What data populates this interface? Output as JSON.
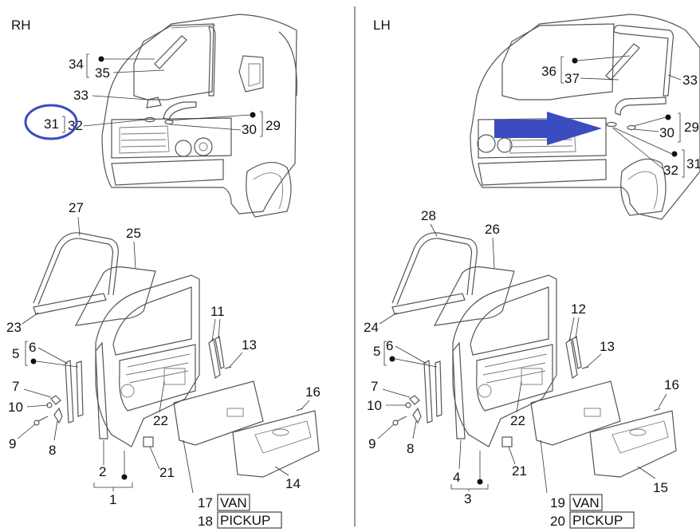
{
  "panels": {
    "right": {
      "title": "RH"
    },
    "left": {
      "title": "LH"
    }
  },
  "labels": {
    "r1": "1",
    "r2": "2",
    "r5": "5",
    "r6": "6",
    "r7": "7",
    "r8": "8",
    "r9": "9",
    "r10": "10",
    "r11": "11",
    "r13": "13",
    "r14": "14",
    "r16": "16",
    "r17n": "17",
    "r17t": "VAN",
    "r18n": "18",
    "r18t": "PICKUP",
    "r21": "21",
    "r22": "22",
    "r23": "23",
    "r25": "25",
    "r27": "27",
    "r29": "29",
    "r30": "30",
    "r31": "31",
    "r32": "32",
    "r33": "33",
    "r34": "34",
    "r35": "35",
    "l3": "3",
    "l4": "4",
    "l5": "5",
    "l6": "6",
    "l7": "7",
    "l8": "8",
    "l9": "9",
    "l10": "10",
    "l12": "12",
    "l13": "13",
    "l15": "15",
    "l16": "16",
    "l19n": "19",
    "l19t": "VAN",
    "l20n": "20",
    "l20t": "PICKUP",
    "l21": "21",
    "l22": "22",
    "l24": "24",
    "l26": "26",
    "l28": "28",
    "l29": "29",
    "l30": "30",
    "l31": "31",
    "l32": "32",
    "l33": "33",
    "l36": "36",
    "l37": "37"
  },
  "annotations": {
    "highlight_color": "#3b4cc0",
    "arrow_color": "#3b4cc0",
    "circled_part": "31"
  }
}
